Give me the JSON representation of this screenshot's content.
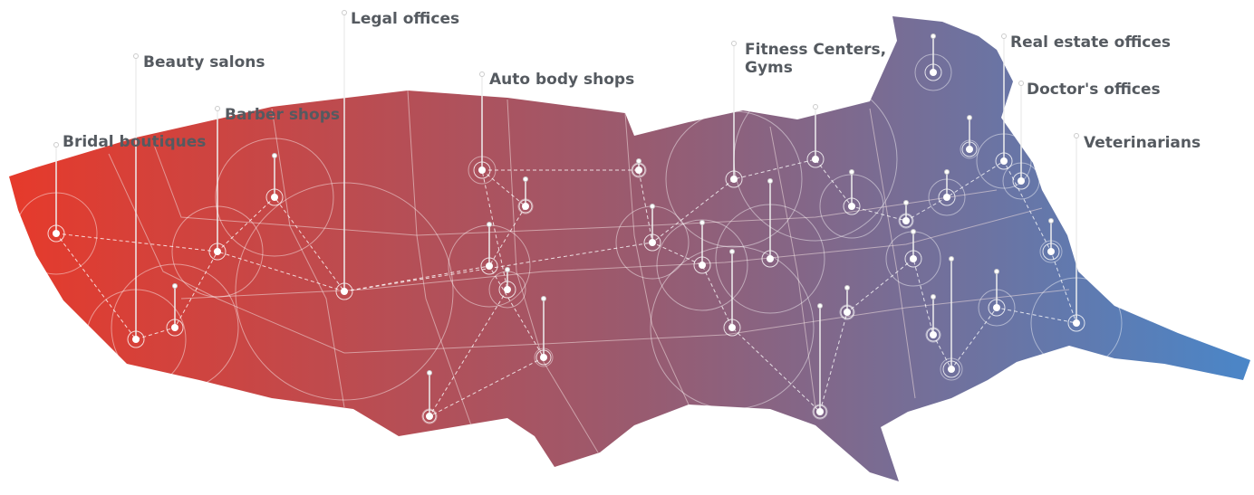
{
  "colors": {
    "west": "#e63a2b",
    "center": "#9a5a6e",
    "east": "#4a86c8",
    "lines": "#f2e6e6",
    "label": "#555a60"
  },
  "categories": [
    {
      "label": "Bridal boutiques"
    },
    {
      "label": "Beauty salons"
    },
    {
      "label": "Barber shops"
    },
    {
      "label": "Legal offices"
    },
    {
      "label": "Auto body shops"
    },
    {
      "label": "Fitness Centers,",
      "label2": "Gyms"
    },
    {
      "label": "Real estate offices"
    },
    {
      "label": "Doctor's offices"
    },
    {
      "label": "Veterinarians"
    }
  ]
}
